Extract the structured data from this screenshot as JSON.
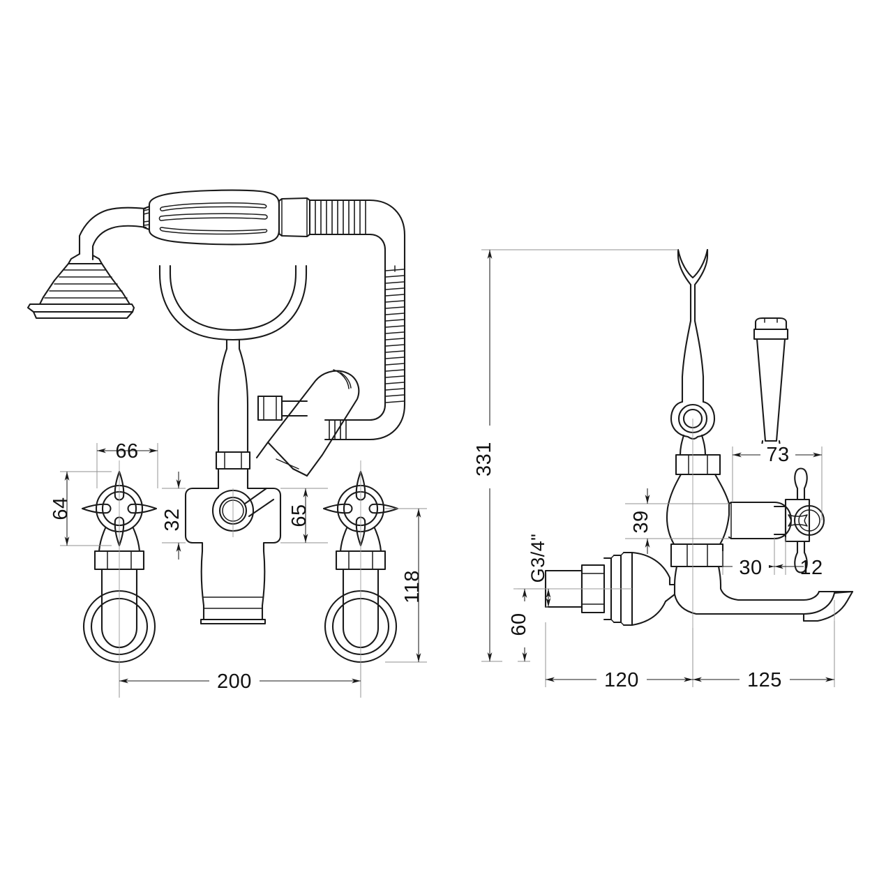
{
  "drawing": {
    "title": "Wall mounted bath shower mixer tap — dimensioned technical drawing",
    "units": "mm",
    "line_color": "#1a1a1a",
    "background_color": "#ffffff",
    "dimension_color": "#1a1a1a",
    "extension_line_color": "#8f8f8f"
  },
  "views": [
    {
      "id": "front-view",
      "name": "front-elevation",
      "label": "",
      "components": [
        "shower-handset",
        "shower-hose",
        "handset-cradle",
        "diverter-handle",
        "valve-body",
        "left-cross-handle",
        "right-cross-handle",
        "left-wall-elbow",
        "right-wall-elbow",
        "wall-flange-left",
        "wall-flange-right",
        "spout-shroud"
      ]
    },
    {
      "id": "side-view",
      "name": "side-elevation",
      "label": "",
      "components": [
        "handset-cradle-side",
        "diverter-handle-side",
        "valve-body-side",
        "cross-handle-side",
        "spout-side",
        "wall-inlet-connector",
        "wall-flange-side"
      ]
    }
  ],
  "dimensions": {
    "front": [
      {
        "id": "dim-66",
        "value": "66",
        "orientation": "horizontal",
        "measures": "cross-handle-width"
      },
      {
        "id": "dim-64",
        "value": "64",
        "orientation": "vertical",
        "measures": "cross-handle-height"
      },
      {
        "id": "dim-32",
        "value": "32",
        "orientation": "vertical",
        "measures": "body-offset-to-handle-centre"
      },
      {
        "id": "dim-65",
        "value": "65",
        "orientation": "vertical",
        "measures": "outlet-centre-to-body-base"
      },
      {
        "id": "dim-118",
        "value": "118",
        "orientation": "vertical",
        "measures": "handle-centre-to-wall-flange-base"
      },
      {
        "id": "dim-200",
        "value": "200",
        "orientation": "horizontal",
        "measures": "inlet-centres-spacing"
      }
    ],
    "side": [
      {
        "id": "dim-331",
        "value": "331",
        "orientation": "vertical",
        "measures": "overall-height"
      },
      {
        "id": "dim-39",
        "value": "39",
        "orientation": "vertical",
        "measures": "body-height"
      },
      {
        "id": "dim-73",
        "value": "73",
        "orientation": "horizontal",
        "measures": "handle-projection"
      },
      {
        "id": "dim-30",
        "value": "30",
        "orientation": "horizontal",
        "measures": "body-to-handle-stem"
      },
      {
        "id": "dim-12",
        "value": "12",
        "orientation": "horizontal",
        "measures": "handle-stem-length"
      },
      {
        "id": "dim-60",
        "value": "60",
        "orientation": "vertical",
        "measures": "inlet-centre-height"
      },
      {
        "id": "dim-G34",
        "value": "G3/4\"",
        "orientation": "leader",
        "measures": "inlet-thread-size"
      },
      {
        "id": "dim-120",
        "value": "120",
        "orientation": "horizontal",
        "measures": "wall-to-body-centre"
      },
      {
        "id": "dim-125",
        "value": "125",
        "orientation": "horizontal",
        "measures": "body-centre-to-spout-end"
      }
    ]
  }
}
